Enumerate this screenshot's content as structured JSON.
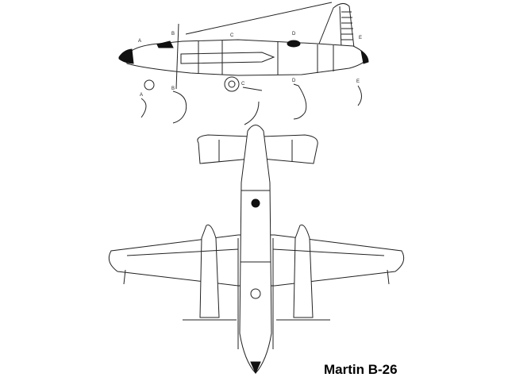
{
  "title": "Martin B-26",
  "section_labels": [
    "A",
    "B",
    "C",
    "D",
    "E"
  ]
}
